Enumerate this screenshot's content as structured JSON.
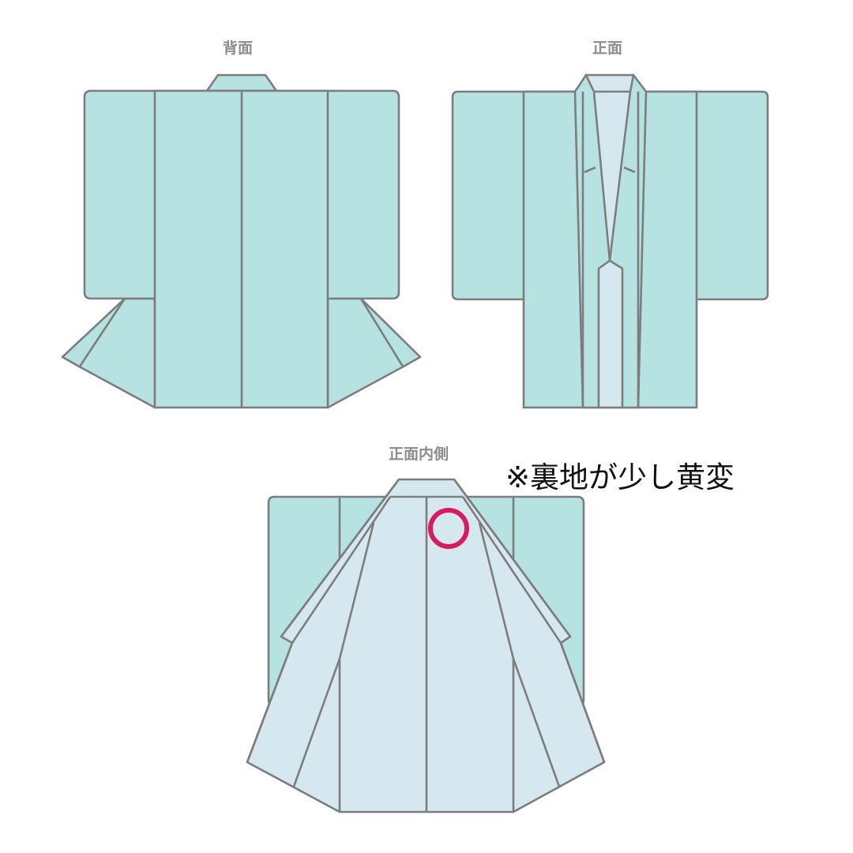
{
  "views": {
    "back": {
      "label": "背面"
    },
    "front": {
      "label": "正面"
    },
    "inside_front": {
      "label": "正面内側"
    }
  },
  "note": {
    "text": "※裏地が少し黄変"
  },
  "marker": {
    "shape": "circle",
    "color": "#d81b5f",
    "position": "inside_front upper back lining"
  },
  "colors": {
    "outer_fabric": "#b6e2e1",
    "lining_fabric": "#d6e8ef",
    "outline": "#7d7d7d",
    "label_text": "#8c8c8c",
    "note_text": "#111111",
    "marker": "#d81b5f"
  }
}
